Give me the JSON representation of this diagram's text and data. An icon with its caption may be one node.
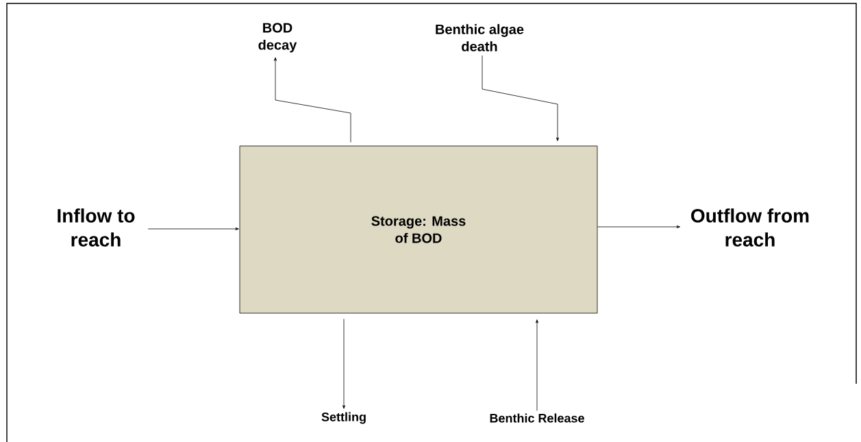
{
  "diagram": {
    "nodes": [
      {
        "text": [
          "Storage: Mass of BOD"
        ]
      },
      {
        "text": [
          "Inflow to reach"
        ]
      },
      {
        "text": [
          "Outflow from reach"
        ]
      },
      {
        "text": [
          "BOD decay"
        ]
      },
      {
        "text": [
          "Benthic algae death"
        ]
      },
      {
        "text": [
          "Settling"
        ]
      },
      {
        "text": [
          "Benthic Release"
        ]
      }
    ],
    "edges": [
      {
        "from": 1,
        "to": 0,
        "arrow": "to"
      },
      {
        "from": 0,
        "to": 2,
        "arrow": "to"
      },
      {
        "from": 0,
        "to": 3,
        "arrow": "to"
      },
      {
        "from": 4,
        "to": 0,
        "arrow": "to"
      },
      {
        "from": 0,
        "to": 5,
        "arrow": "to"
      },
      {
        "from": 6,
        "to": 0,
        "arrow": "to"
      }
    ]
  }
}
